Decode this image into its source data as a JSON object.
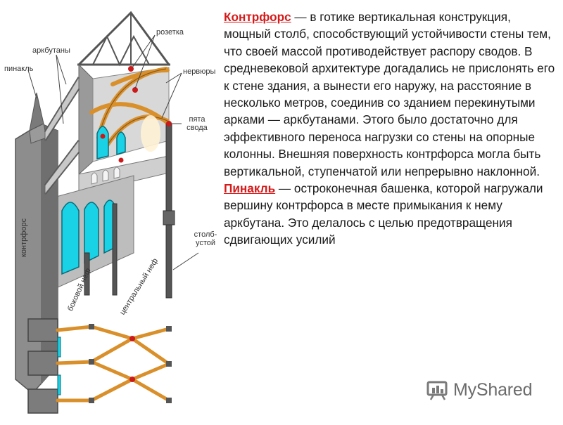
{
  "diagram": {
    "labels": {
      "rosette": "розетка",
      "flying_buttresses": "аркбутаны",
      "ribs": "нервюры",
      "pinnacle": "пинакль",
      "vault_heel": "пята\nсвода",
      "buttress": "контрфорс",
      "pillar": "столб-\nустой",
      "side_nave": "боковой неф",
      "central_nave": "центральный неф"
    }
  },
  "text": {
    "term1": "Контрфорс",
    "para1": " — в готике вертикальная конструкция, мощный столб, способствующий устойчивости стены тем, что своей массой противодействует распору сводов. В средневековой архитектуре догадались не прислонять его к стене здания, а вынести его наружу, на расстояние в несколько метров, соединив со зданием перекинутыми арками — аркбутанами. Этого было достаточно для эффективного переноса нагрузки со стены на опорные колонны. Внешняя поверхность контрфорса могла быть вертикальной, ступенчатой или непрерывно наклонной.",
    "term2": "Пинакль",
    "para2": " — остроконечная башенка, которой нагружали вершину контрфорса в месте примыкания к нему аркбутана. Это делалось с целью предотвращения сдвигающих усилий"
  },
  "watermark": {
    "brand": "MyShared",
    "icon": "myshared-logo-icon"
  },
  "colors": {
    "accent_red": "#d51a1a",
    "rib_orange": "#d9902a",
    "glass_cyan": "#19d2e6",
    "stone_gray": "#8a8a8a"
  }
}
